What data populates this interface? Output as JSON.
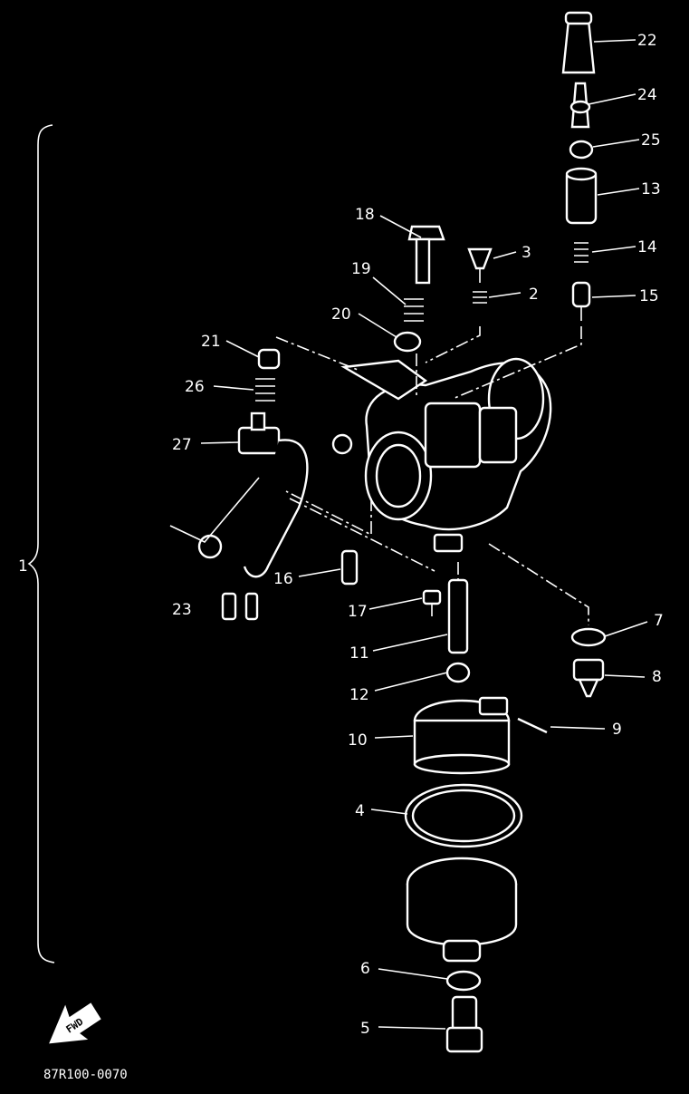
{
  "diagram": {
    "reference_code": "87R100-0070",
    "fwd_label": "FWD",
    "assembly_label": "1",
    "callouts": [
      "22",
      "24",
      "25",
      "13",
      "18",
      "3",
      "14",
      "19",
      "2",
      "15",
      "20",
      "21",
      "26",
      "27",
      "23",
      "16",
      "17",
      "7",
      "11",
      "8",
      "12",
      "9",
      "10",
      "4",
      "6",
      "5"
    ]
  },
  "colors": {
    "background": "#000000",
    "line": "#ffffff"
  }
}
